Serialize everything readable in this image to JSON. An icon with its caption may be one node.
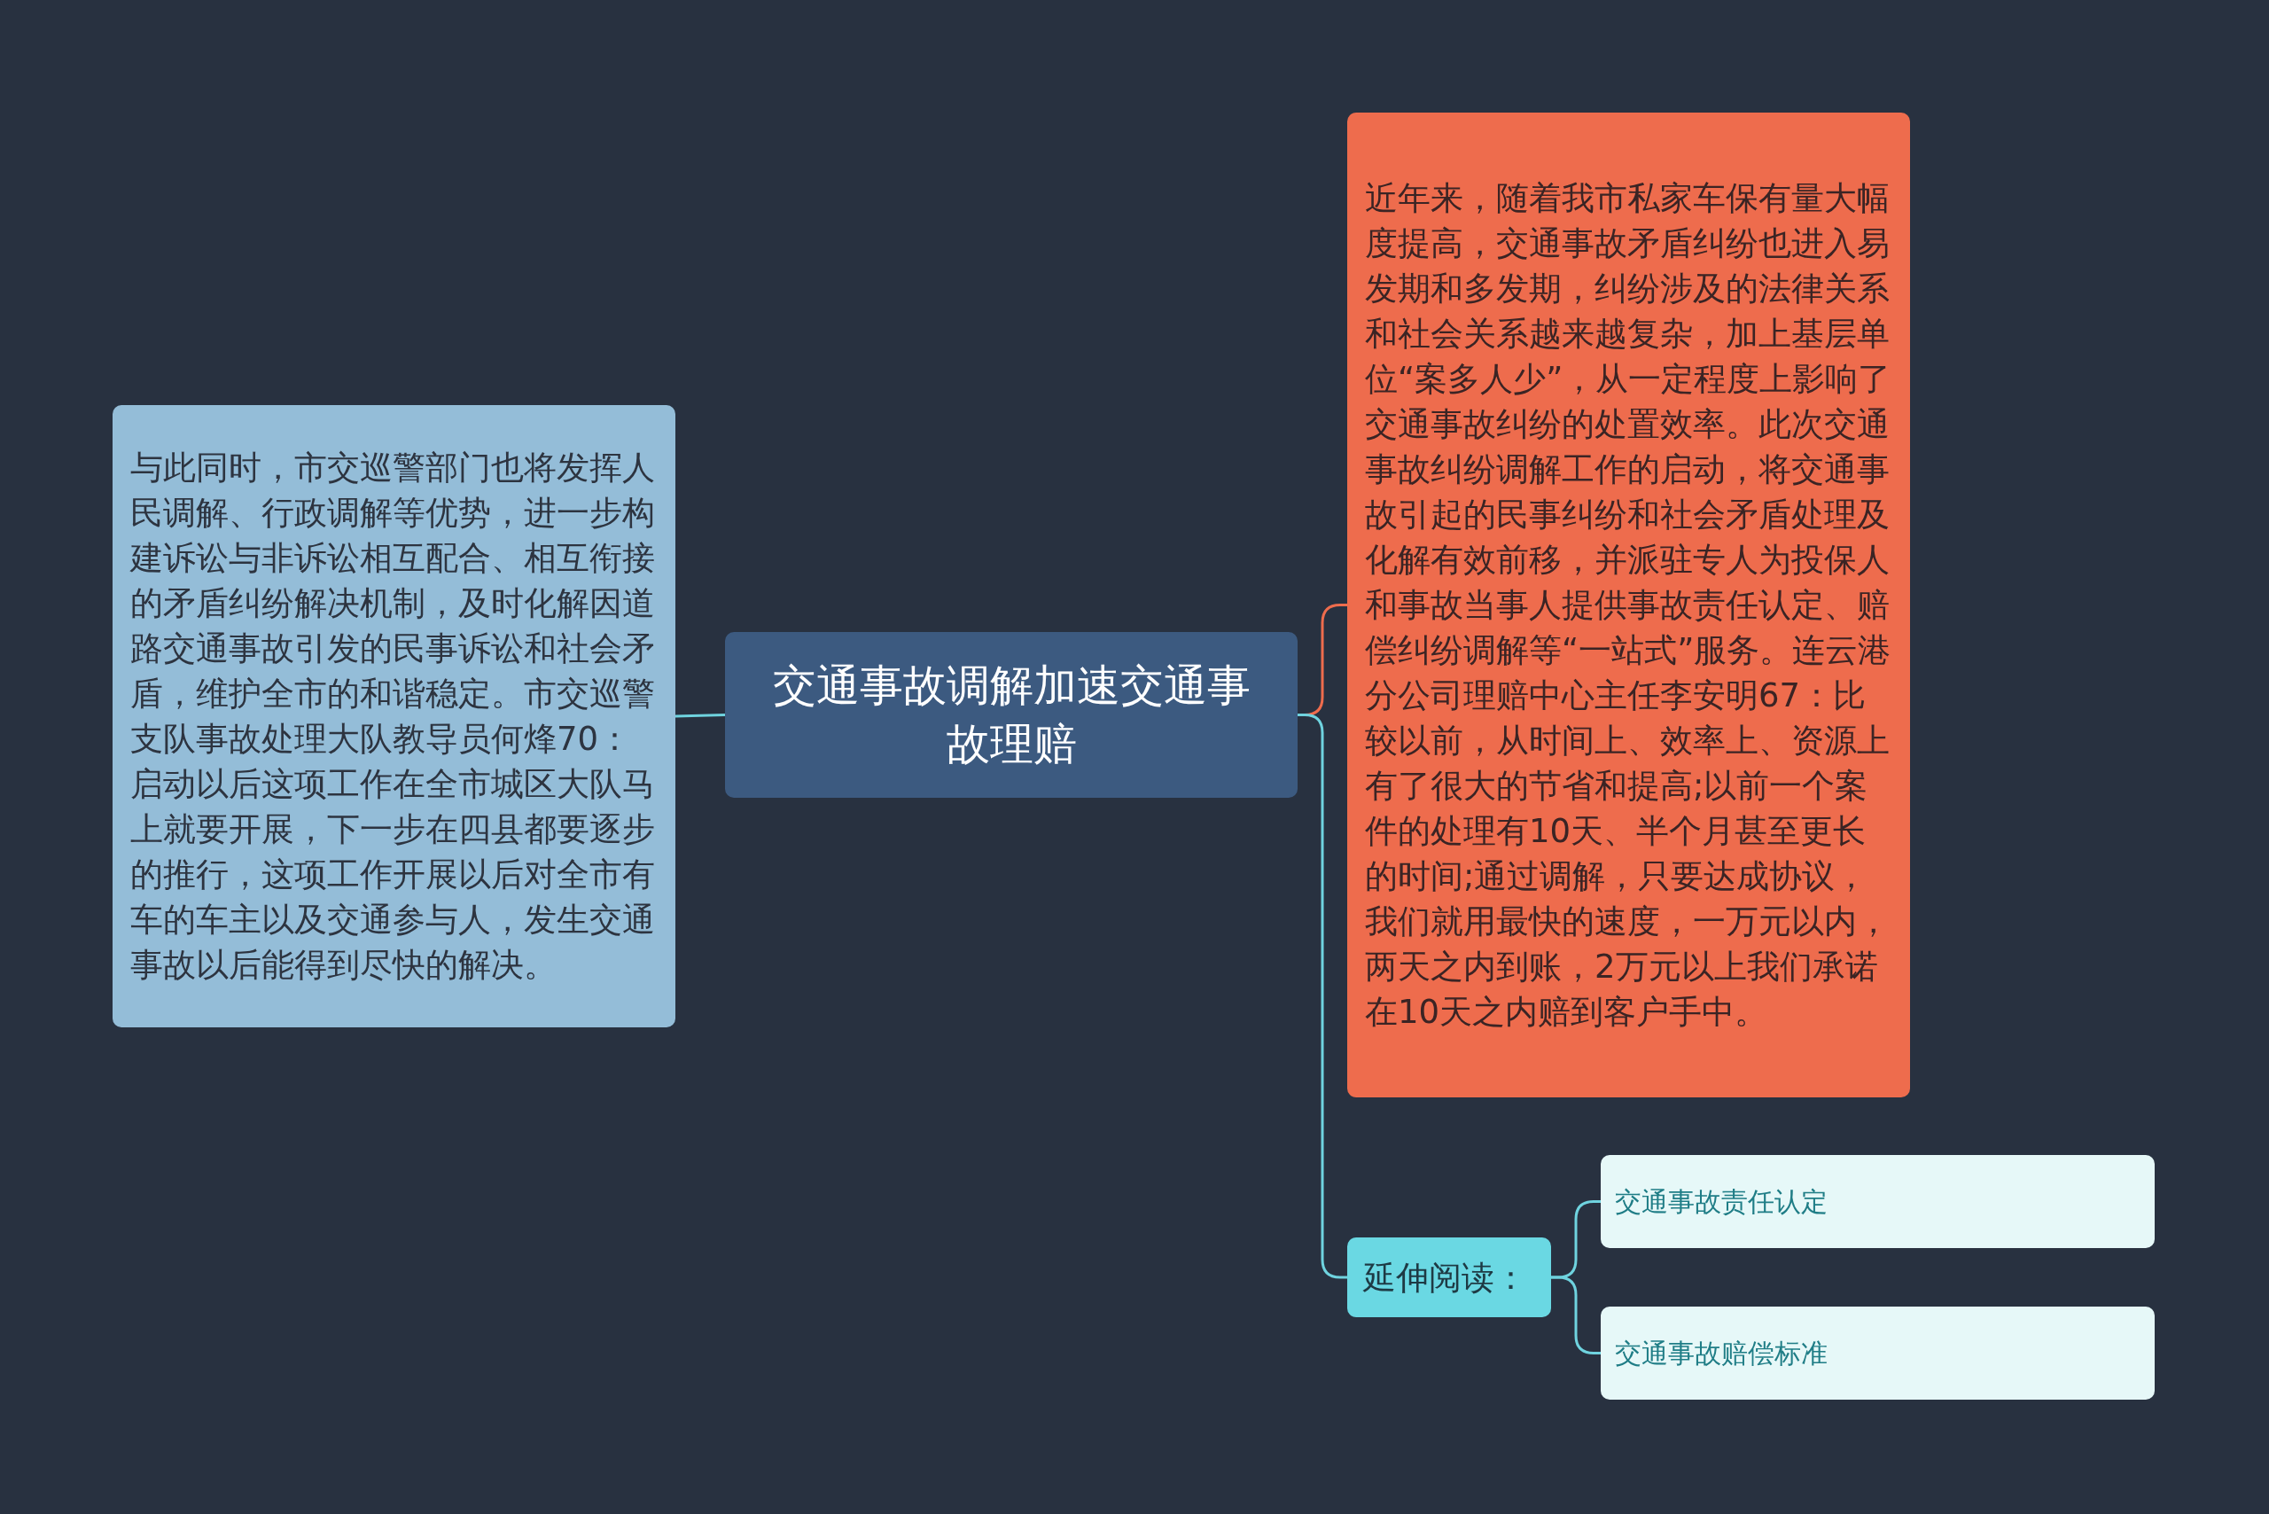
{
  "diagram": {
    "nodes": [
      {
        "text": [
          "交通事故调解加速交通事故理赔"
        ]
      },
      {
        "text": [
          "与此同时，市交巡警部门也将发挥人民调解、行政调解等优势，进一步构建诉讼与非诉讼相互配合、相互衔接的矛盾纠纷解决机制，及时化解因道路交通事故引发的民事诉讼和社会矛盾，维护全市的和谐稳定。市交巡警支队事故处理大队教导员何烽70：启动以后这项工作在全市城区大队马上就要开展，下一步在四县都要逐步的推行，这项工作开展以后对全市有车的车主以及交通参与人，发生交通事故以后能得到尽快的解决。"
        ]
      },
      {
        "text": [
          "近年来，随着我市私家车保有量大幅度提高，交通事故矛盾纠纷也进入易发期和多发期，纠纷涉及的法律关系和社会关系越来越复杂，加上基层单位“案多人少”，从一定程度上影响了交通事故纠纷的处置效率。此次交通事故纠纷调解工作的启动，将交通事故引起的民事纠纷和社会矛盾处理及化解有效前移，并派驻专人为投保人和事故当事人提供事故责任认定、赔偿纠纷调解等“一站式”服务。连云港分公司理赔中心主任李安明67：比较以前，从时间上、效率上、资源上有了很大的节省和提高;以前一个案件的处理有10天、半个月甚至更长的时间;通过调解，只要达成协议，我们就用最快的速度，一万元以内，两天之内到账，2万元以上我们承诺在10天之内赔到客户手中。"
        ]
      },
      {
        "text": [
          "延伸阅读："
        ]
      },
      {
        "text": [
          "交通事故责任认定"
        ]
      },
      {
        "text": [
          "交通事故赔偿标准"
        ]
      }
    ],
    "edges": [
      {
        "from": 0,
        "to": 1,
        "arrow": "none"
      },
      {
        "from": 0,
        "to": 2,
        "arrow": "none",
        "color": "#ee6c4d"
      },
      {
        "from": 0,
        "to": 3,
        "arrow": "none"
      },
      {
        "from": 3,
        "to": 4,
        "arrow": "none"
      },
      {
        "from": 3,
        "to": 5,
        "arrow": "none"
      }
    ]
  }
}
